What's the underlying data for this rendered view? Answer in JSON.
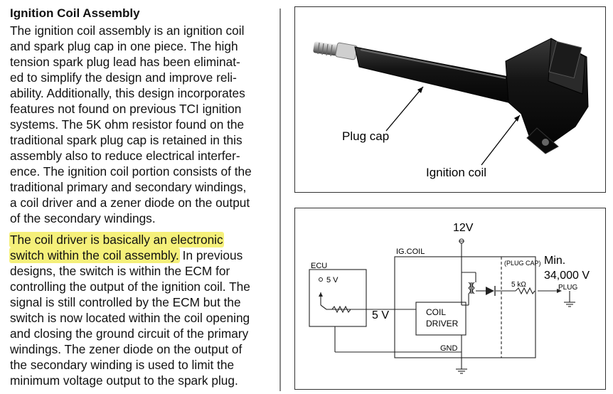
{
  "document": {
    "heading": "Ignition Coil Assembly",
    "lines": [
      "The ignition coil assembly is an ignition coil",
      "and spark plug cap in one piece. The high",
      "tension spark plug lead has been eliminat-",
      "ed to simplify the design and improve reli-",
      "ability. Additionally, this design incorporates",
      "features not found on previous TCI ignition",
      "systems. The 5K ohm resistor found on the",
      "traditional spark plug cap is retained in this",
      "assembly also to reduce electrical interfer-",
      "ence. The ignition coil portion consists of the",
      "traditional primary and secondary windings,",
      "a coil driver and a zener diode on the output",
      "of the secondary windings."
    ],
    "highlight_line_1": "The coil driver is basically an electronic",
    "highlight_line_2": "switch within the coil assembly.",
    "highlight_line_2_rest": " In previous",
    "lines_after": [
      "designs, the switch is within the ECM for",
      "controlling the output of the ignition coil. The",
      "signal is still controlled by the ECM but the",
      "switch is now located within the coil opening",
      "and closing the ground circuit of the primary",
      "windings. The zener diode on the output of",
      "the secondary winding is used to limit the",
      "minimum voltage output to the spark plug."
    ]
  },
  "photo": {
    "label_plug_cap": "Plug cap",
    "label_ignition_coil": "Ignition coil"
  },
  "diagram": {
    "v12": "12V",
    "ig_coil": "IG.COIL",
    "plug_cap": "(PLUG CAP)",
    "min_label": "Min.",
    "voltage": "34,000 V",
    "ecu": "ECU",
    "ecu_5v": "5 V",
    "resistor": "5 kΩ",
    "plug": "PLUG",
    "signal_5v": "5 V",
    "coil_label": "COIL",
    "driver_label": "DRIVER",
    "gnd": "GND"
  },
  "colors": {
    "highlight": "#f5f07a",
    "text": "#111111"
  }
}
